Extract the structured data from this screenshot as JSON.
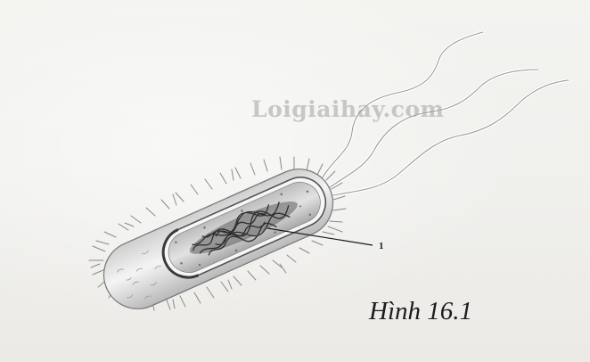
{
  "watermark": "Loigiaihay.com",
  "label": "1",
  "caption": "Hình 16.1"
}
